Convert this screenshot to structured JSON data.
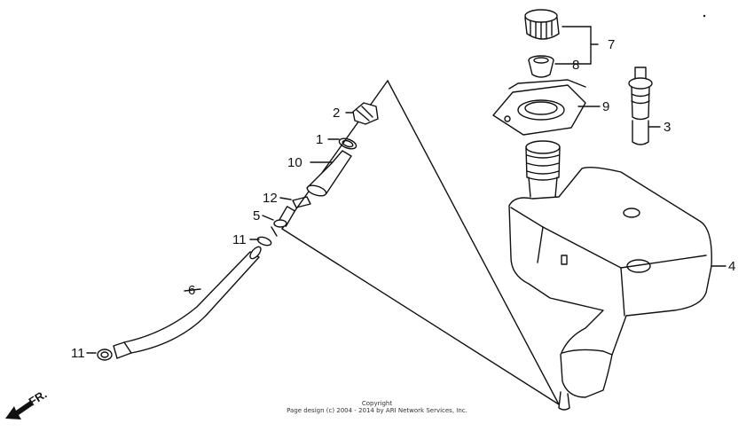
{
  "diagram": {
    "callouts": {
      "c1": "1",
      "c2": "2",
      "c3": "3",
      "c4": "4",
      "c5": "5",
      "c6": "6",
      "c7": "7",
      "c8": "8",
      "c9": "9",
      "c10": "10",
      "c11a": "11",
      "c11b": "11",
      "c12": "12"
    },
    "direction_label": "FR.",
    "copyright_line1": "Copyright",
    "copyright_line2": "Page design (c) 2004 - 2014 by ARI Network Services, Inc."
  }
}
